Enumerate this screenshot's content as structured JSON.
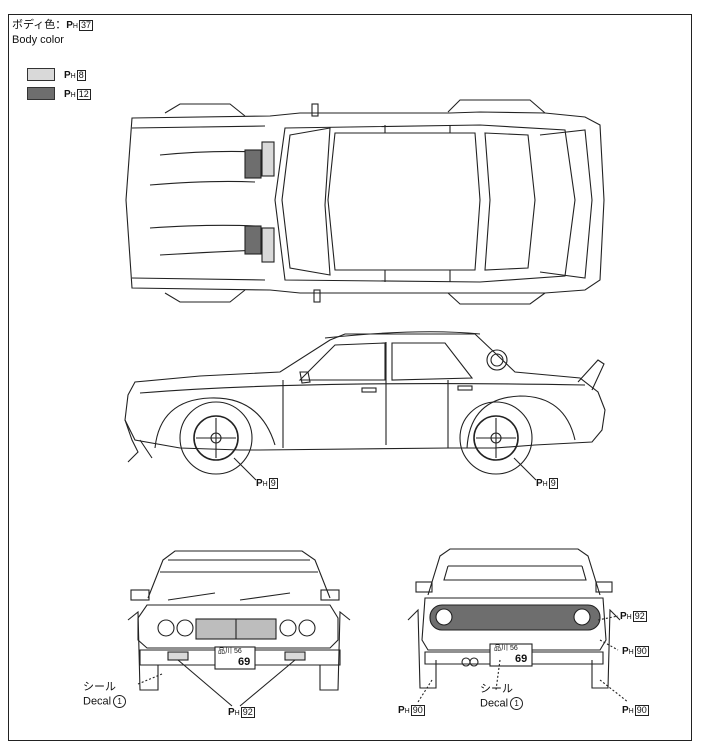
{
  "header": {
    "body_color_jp": "ボディ色：",
    "body_color_code": "37",
    "body_color_en": "Body color"
  },
  "legend": [
    {
      "code": "8",
      "color": "#d9d9d9"
    },
    {
      "code": "12",
      "color": "#6e6e6e"
    }
  ],
  "paint_prefix": {
    "p": "P",
    "h": "H"
  },
  "callouts": {
    "wheel_left": "9",
    "wheel_right": "9",
    "front_lights": "92",
    "rear_upper": "92",
    "rear_mid": "90",
    "rear_bottom_left": "90",
    "rear_bottom_right": "90"
  },
  "decal": {
    "jp": "シール",
    "en": "Decal",
    "number": "1"
  },
  "plates": {
    "front_top": "品川 56",
    "front_bottom": "69",
    "rear_top": "品川 56",
    "rear_bottom": "69"
  }
}
